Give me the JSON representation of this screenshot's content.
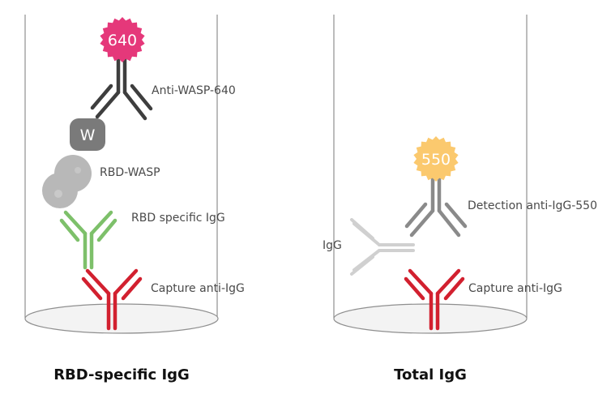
{
  "left_panel": {
    "fluorophore": "640",
    "wasp_tag": "W",
    "labels": {
      "anti_wasp": "Anti-WASP-640",
      "rbd_wasp": "RBD-WASP",
      "rbd_specific": "RBD specific IgG",
      "capture": "Capture anti-IgG"
    },
    "caption": "RBD-specific IgG"
  },
  "right_panel": {
    "fluorophore": "550",
    "labels": {
      "detection": "Detection anti-IgG-550",
      "igg": "IgG",
      "capture": "Capture anti-IgG"
    },
    "caption": "Total IgG"
  },
  "colors": {
    "well_outline": "#8f8f8f",
    "well_floor": "#f3f3f3",
    "capture_antibody": "#d2202f",
    "rbd_specific_antibody": "#7dc06a",
    "anti_wasp_antibody": "#3e3e3e",
    "detection_antibody": "#8a8a8a",
    "igg_antibody": "#d0d0d0",
    "fluor_640": "#e5387a",
    "fluor_550": "#fbc96e",
    "wasp_tag": "#7a7a7a",
    "rbd_blob": "#b8b8b8"
  }
}
